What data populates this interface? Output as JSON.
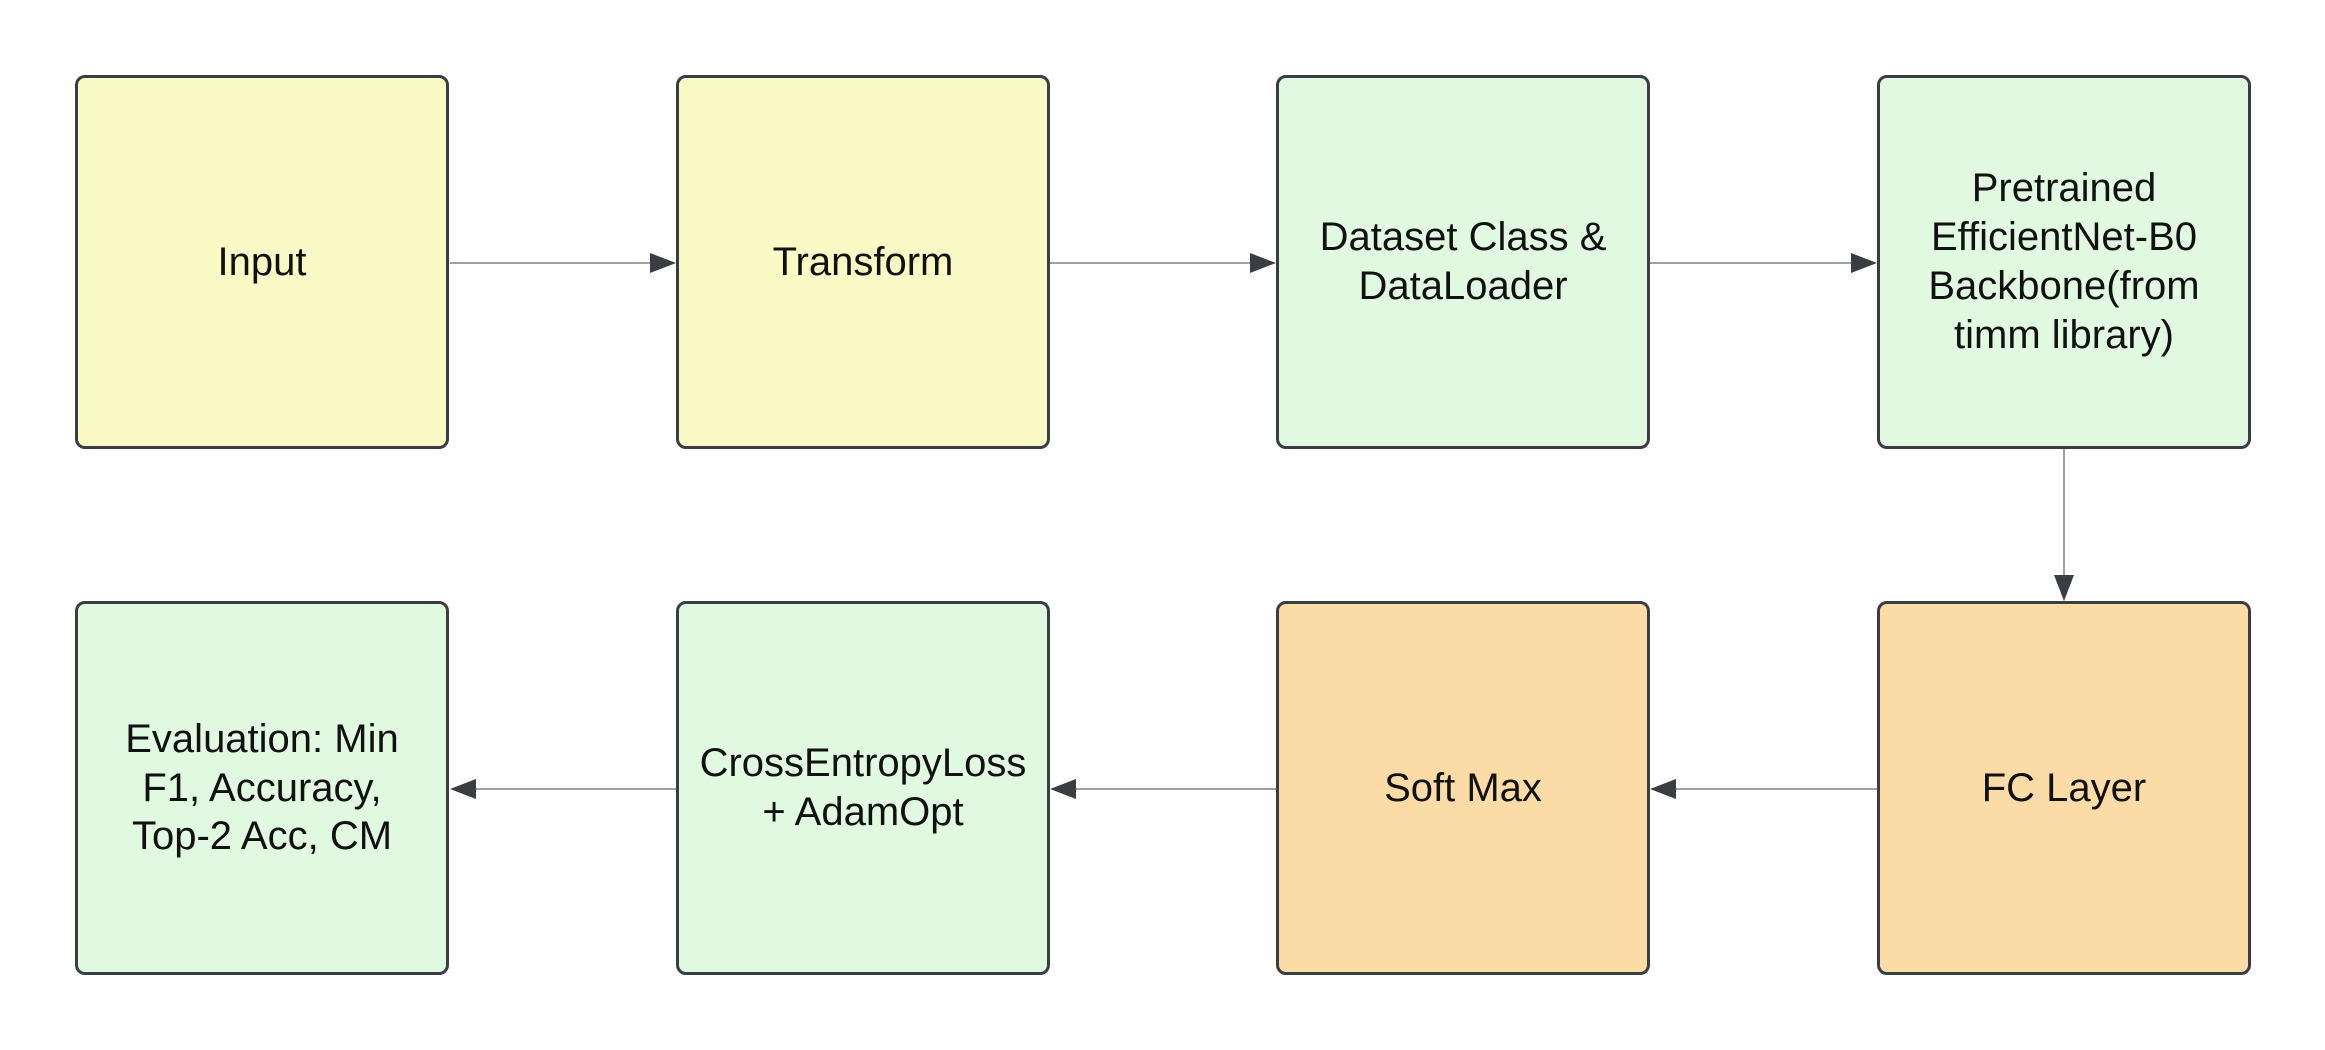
{
  "nodes": {
    "input": "Input",
    "transform": "Transform",
    "dataset": "Dataset Class &\nDataLoader",
    "backbone": "Pretrained\nEfficientNet-B0\nBackbone(from\ntimm library)",
    "fc": "FC Layer",
    "softmax": "Soft Max",
    "loss": "CrossEntropyLoss\n+ AdamOpt",
    "eval": "Evaluation: Min\nF1, Accuracy,\nTop-2 Acc, CM"
  },
  "colors": {
    "yellow": "#fafac7",
    "green": "#e1f8e1",
    "orange": "#fcdca6",
    "border": "#3a3d44",
    "arrow": "#9aa0a8",
    "arrowhead": "#3a3d44"
  },
  "edges": [
    {
      "from": "input",
      "to": "transform"
    },
    {
      "from": "transform",
      "to": "dataset"
    },
    {
      "from": "dataset",
      "to": "backbone"
    },
    {
      "from": "backbone",
      "to": "fc"
    },
    {
      "from": "fc",
      "to": "softmax"
    },
    {
      "from": "softmax",
      "to": "loss"
    },
    {
      "from": "loss",
      "to": "eval"
    }
  ]
}
